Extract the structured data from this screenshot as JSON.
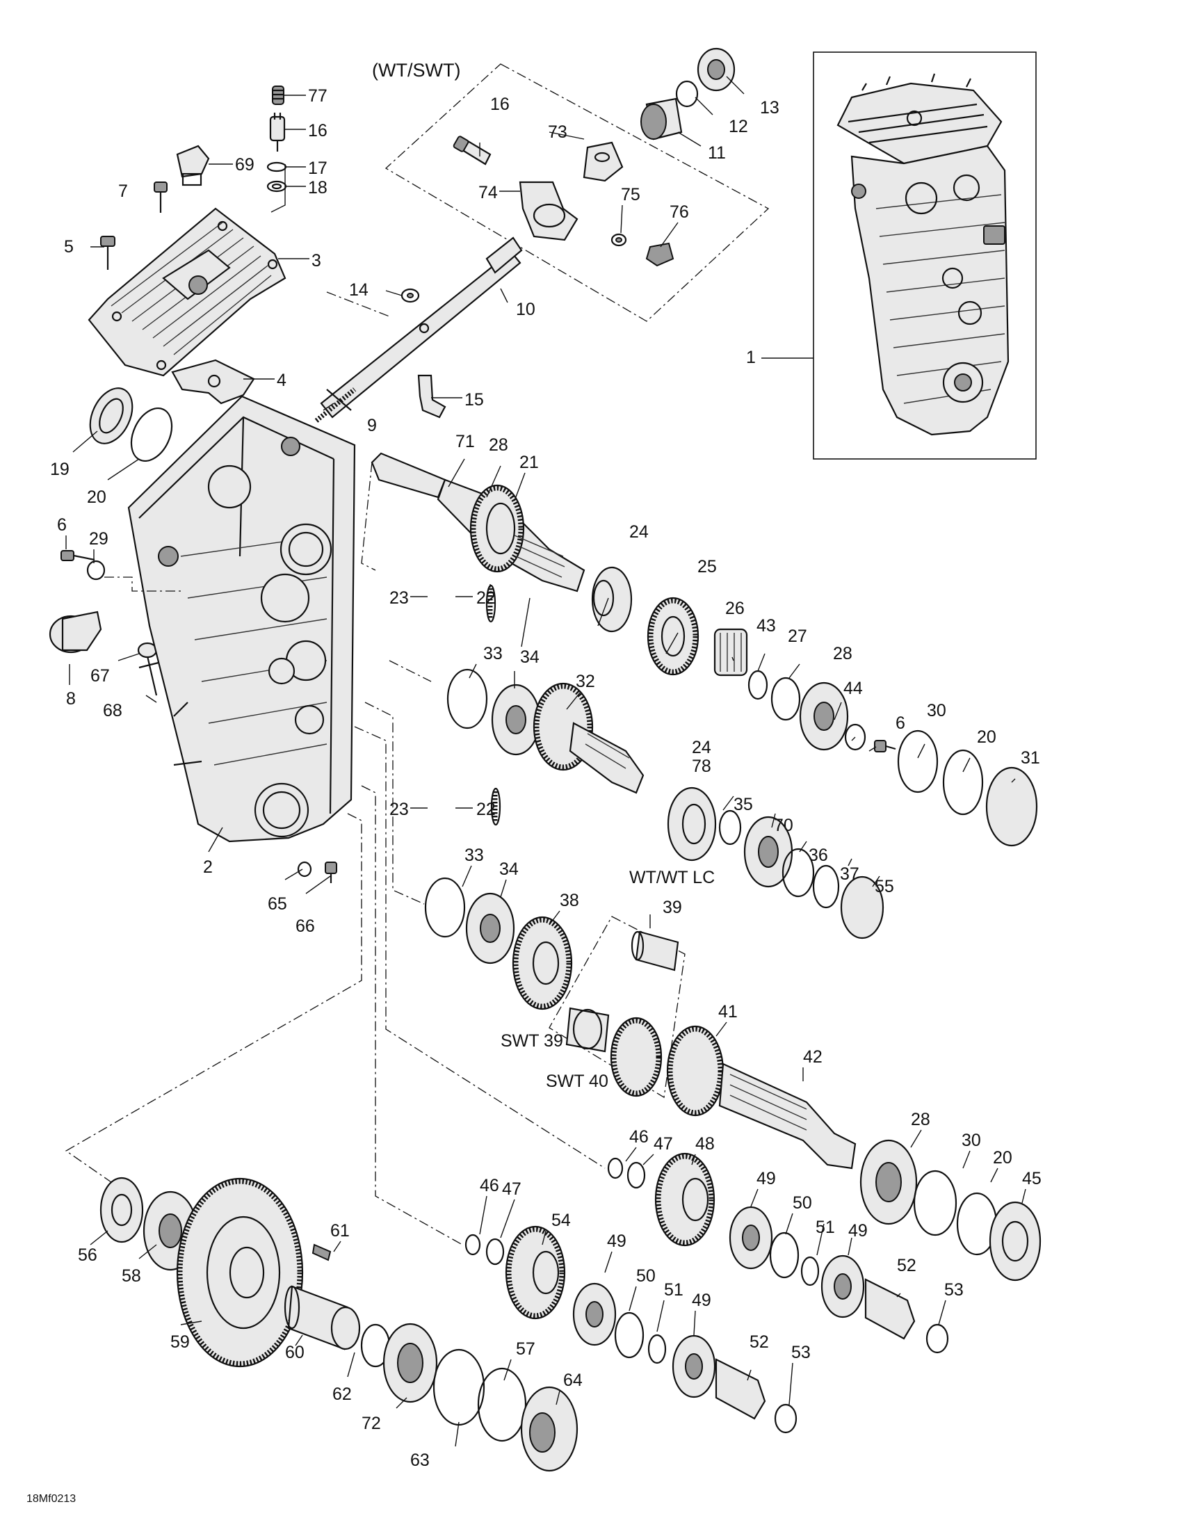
{
  "diagram": {
    "group_labels": {
      "wt_swt": "(WT/SWT)",
      "wt_wt_lc": "WT/WT LC",
      "swt_39": "SWT 39",
      "swt_40": "SWT 40"
    },
    "drawing_code": "18Mf0213",
    "callouts": {
      "c77": "77",
      "c16a": "16",
      "c17": "17",
      "c18": "18",
      "c69": "69",
      "c7": "7",
      "c5": "5",
      "c3": "3",
      "c4": "4",
      "c19": "19",
      "c20a": "20",
      "c6a": "6",
      "c29": "29",
      "c8": "8",
      "c67": "67",
      "c68": "68",
      "c2": "2",
      "c65": "65",
      "c66": "66",
      "c16b": "16",
      "c73": "73",
      "c74": "74",
      "c75": "75",
      "c76": "76",
      "c13": "13",
      "c12": "12",
      "c11": "11",
      "c14": "14",
      "c10": "10",
      "c9": "9",
      "c15": "15",
      "c1": "1",
      "c71": "71",
      "c28a": "28",
      "c21": "21",
      "c23a": "23",
      "c22a": "22",
      "c24a": "24",
      "c25": "25",
      "c26": "26",
      "c43": "43",
      "c27": "27",
      "c28b": "28",
      "c44": "44",
      "c6b": "6",
      "c30a": "30",
      "c20b": "20",
      "c31": "31",
      "c33a": "33",
      "c34a": "34",
      "c32": "32",
      "c24b": "24",
      "c78": "78",
      "c35": "35",
      "c70": "70",
      "c36": "36",
      "c37": "37",
      "c55": "55",
      "c23b": "23",
      "c22b": "22",
      "c33b": "33",
      "c34b": "34",
      "c38": "38",
      "c39": "39",
      "c41": "41",
      "c42": "42",
      "c28c": "28",
      "c30b": "30",
      "c20c": "20",
      "c45": "45",
      "c46a": "46",
      "c47a": "47",
      "c48": "48",
      "c49a": "49",
      "c50a": "50",
      "c51a": "51",
      "c49b": "49",
      "c52a": "52",
      "c53a": "53",
      "c46b": "46",
      "c47b": "47",
      "c54": "54",
      "c49c": "49",
      "c50b": "50",
      "c51b": "51",
      "c49d": "49",
      "c52b": "52",
      "c53b": "53",
      "c56": "56",
      "c58": "58",
      "c59": "59",
      "c61": "61",
      "c60": "60",
      "c62": "62",
      "c72": "72",
      "c63": "63",
      "c57": "57",
      "c64": "64"
    }
  }
}
